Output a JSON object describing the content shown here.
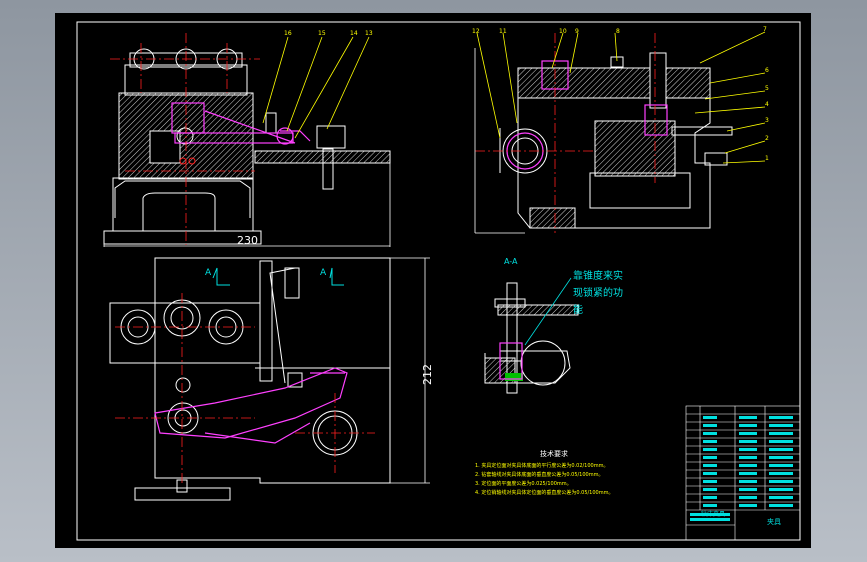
{
  "dimensions": {
    "width_label": "230",
    "height_label": "212"
  },
  "part_numbers_left": [
    "16",
    "15",
    "14",
    "13"
  ],
  "part_numbers_right_top": [
    "12",
    "11",
    "10",
    "9",
    "8",
    "7"
  ],
  "part_numbers_right_side": [
    "6",
    "5",
    "4",
    "3",
    "2",
    "1"
  ],
  "section": {
    "title": "A-A",
    "marker_left": "A",
    "marker_right": "A"
  },
  "annotation": {
    "line1": "靠锥度来实",
    "line2": "现锁紧的功",
    "line3": "能"
  },
  "tech_requirements": {
    "title": "技术要求",
    "items": [
      "1. 夹具定位面对夹具体底面的平行度公差为0.02/100mm。",
      "2. 钻套轴线对夹具体底面的垂直度公差为0.05/100mm。",
      "3. 定位面的平面度公差为0.025/100mm。",
      "4. 定位销轴线对夹具体定位面的垂直度公差为0.05/100mm。"
    ]
  },
  "title_block": {
    "name": "夹具",
    "label": "钻床夹具"
  },
  "colors": {
    "line": "#ffffff",
    "center": "#ff2020",
    "dimension": "#00e0e0",
    "leader": "#ffff00",
    "highlight": "#ff40ff",
    "hatch": "#d0d0d0",
    "fill_green": "#00c000"
  }
}
